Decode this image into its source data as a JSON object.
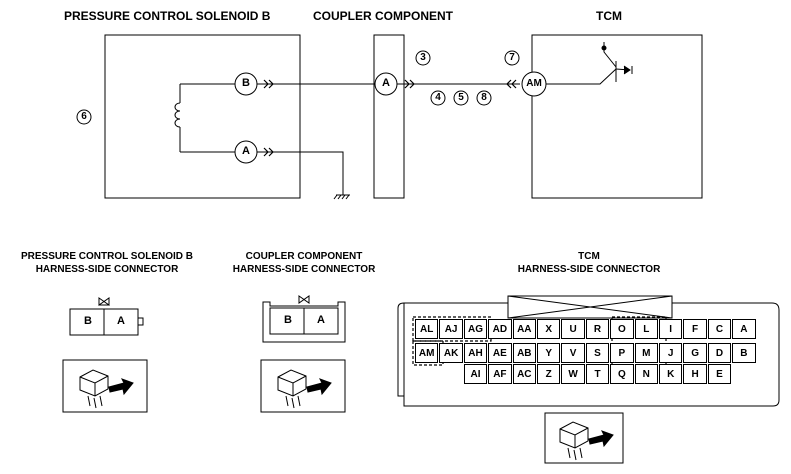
{
  "titles": {
    "solenoid": "PRESSURE CONTROL SOLENOID B",
    "coupler": "COUPLER COMPONENT",
    "tcm": "TCM"
  },
  "terminals": {
    "solenoid_b": "B",
    "solenoid_a": "A",
    "coupler_a": "A",
    "tcm_am": "AM"
  },
  "callouts": {
    "c3": "3",
    "c4": "4",
    "c5": "5",
    "c6": "6",
    "c7": "7",
    "c8": "8"
  },
  "connectors": {
    "solenoid_label_1": "PRESSURE CONTROL SOLENOID B",
    "solenoid_label_2": "HARNESS-SIDE CONNECTOR",
    "coupler_label_1": "COUPLER COMPONENT",
    "coupler_label_2": "HARNESS-SIDE CONNECTOR",
    "tcm_label_1": "TCM",
    "tcm_label_2": "HARNESS-SIDE CONNECTOR",
    "solenoid_pins": [
      "B",
      "A"
    ],
    "coupler_pins": [
      "B",
      "A"
    ],
    "tcm_rows": [
      [
        "AL",
        "AJ",
        "AG",
        "AD",
        "AA",
        "X",
        "U",
        "R",
        "O",
        "L",
        "I",
        "F",
        "C",
        "A"
      ],
      [
        "AM",
        "AK",
        "AH",
        "AE",
        "AB",
        "Y",
        "V",
        "S",
        "P",
        "M",
        "J",
        "G",
        "D",
        "B"
      ],
      [
        "AI",
        "AF",
        "AC",
        "Z",
        "W",
        "T",
        "Q",
        "N",
        "K",
        "H",
        "E"
      ]
    ]
  }
}
